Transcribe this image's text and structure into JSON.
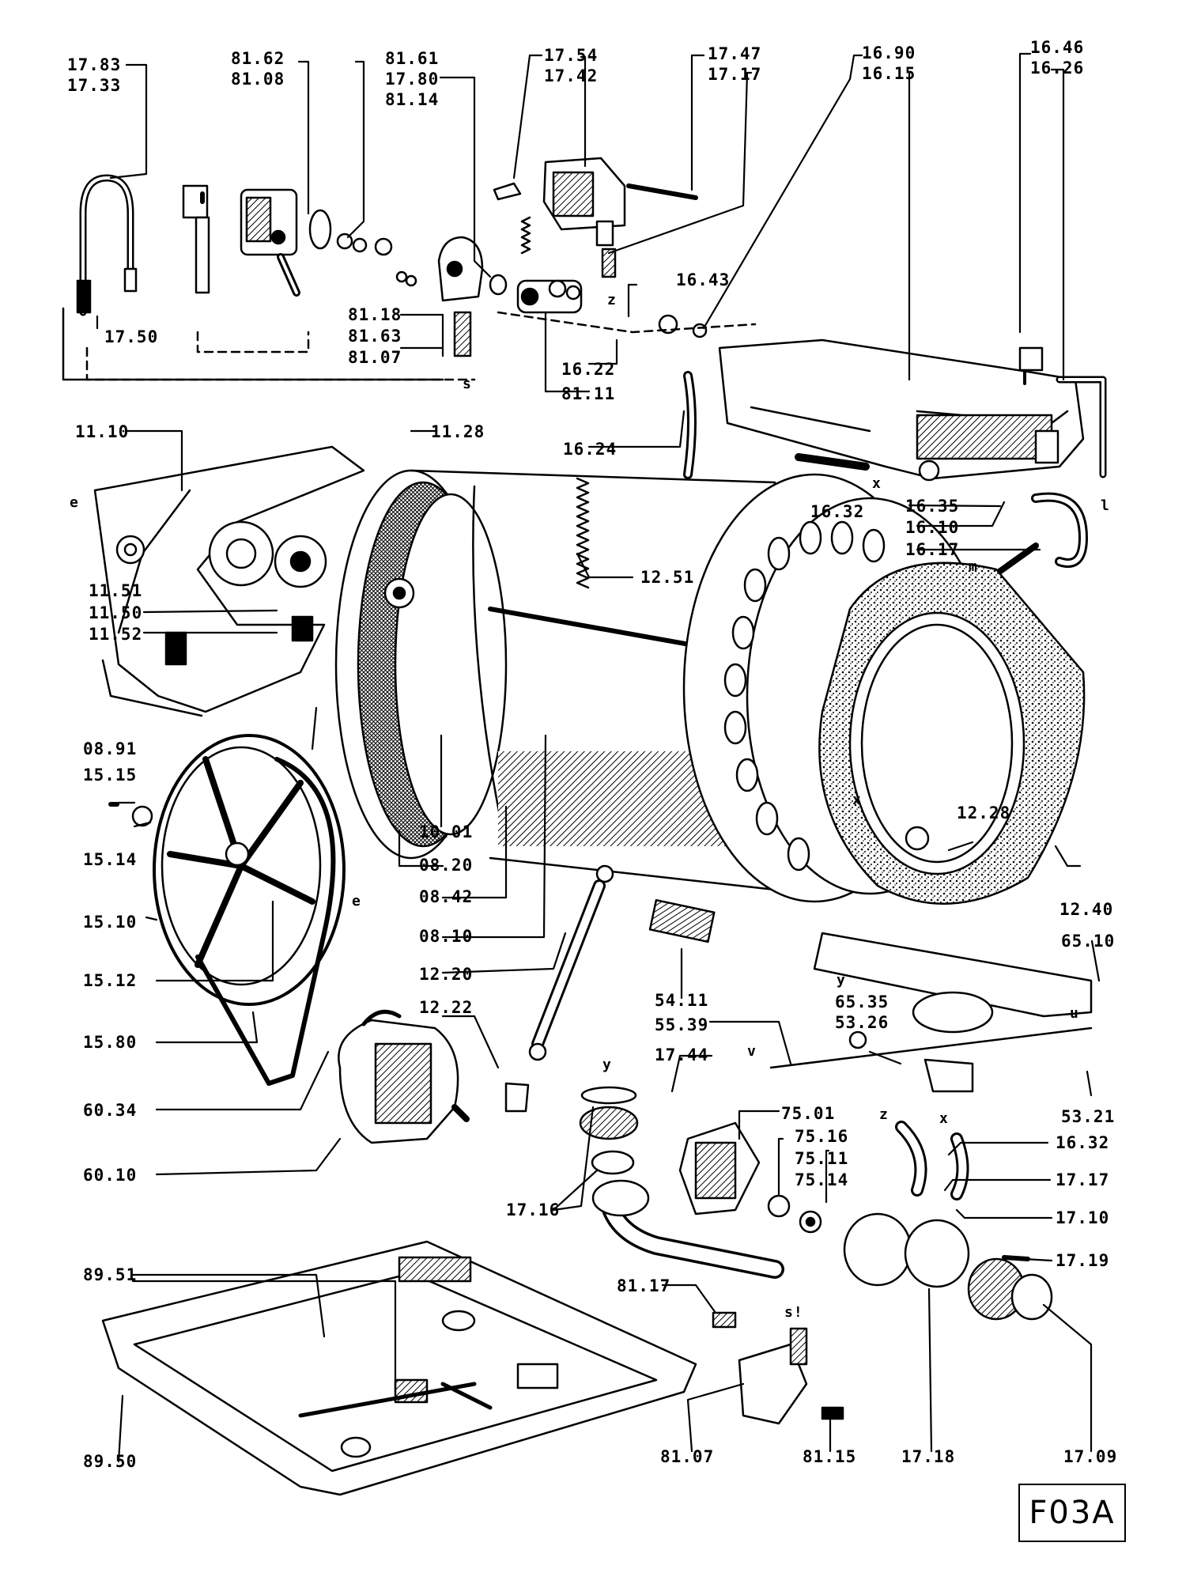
{
  "figure_code": "F03A",
  "labels": {
    "l_17_83": "17.83",
    "l_17_33": "17.33",
    "l_17_50": "17.50",
    "l_81_62": "81.62",
    "l_81_08": "81.08",
    "l_81_61": "81.61",
    "l_17_80": "17.80",
    "l_81_14": "81.14",
    "l_17_54": "17.54",
    "l_17_42": "17.42",
    "l_17_47": "17.47",
    "l_17_17a": "17.17",
    "l_16_90": "16.90",
    "l_16_15": "16.15",
    "l_16_46": "16.46",
    "l_16_26": "16.26",
    "l_81_18": "81.18",
    "l_81_63": "81.63",
    "l_81_07a": "81.07",
    "l_16_43": "16.43",
    "l_16_22": "16.22",
    "l_81_11": "81.11",
    "l_11_10": "11.10",
    "l_11_28": "11.28",
    "l_16_24": "16.24",
    "l_16_32a": "16.32",
    "l_16_35": "16.35",
    "l_16_10": "16.10",
    "l_16_17": "16.17",
    "l_11_51": "11.51",
    "l_11_50": "11.50",
    "l_11_52": "11.52",
    "l_12_51": "12.51",
    "l_08_91": "08.91",
    "l_15_15": "15.15",
    "l_15_14": "15.14",
    "l_10_01": "10.01",
    "l_08_20": "08.20",
    "l_08_42": "08.42",
    "l_08_10": "08.10",
    "l_12_28": "12.28",
    "l_12_40": "12.40",
    "l_15_10": "15.10",
    "l_15_12": "15.12",
    "l_15_80": "15.80",
    "l_12_20": "12.20",
    "l_12_22": "12.22",
    "l_54_11": "54.11",
    "l_65_10": "65.10",
    "l_65_35": "65.35",
    "l_53_26": "53.26",
    "l_55_39": "55.39",
    "l_17_44": "17.44",
    "l_53_21": "53.21",
    "l_60_34": "60.34",
    "l_60_10": "60.10",
    "l_75_01": "75.01",
    "l_75_16": "75.16",
    "l_75_11": "75.11",
    "l_75_14": "75.14",
    "l_16_32b": "16.32",
    "l_17_17b": "17.17",
    "l_17_10": "17.10",
    "l_17_19": "17.19",
    "l_17_16": "17.16",
    "l_89_51": "89.51",
    "l_81_17": "81.17",
    "l_89_50": "89.50",
    "l_81_07b": "81.07",
    "l_81_15": "81.15",
    "l_17_18": "17.18",
    "l_17_09": "17.09"
  },
  "markers": {
    "m_e1": "e",
    "m_e2": "e",
    "m_m": "m",
    "m_x1": "x",
    "m_x2": "x",
    "m_x3": "x",
    "m_y1": "y",
    "m_y2": "y",
    "m_z1": "z",
    "m_z2": "z",
    "m_s": "s",
    "m_u": "u",
    "m_v": "v",
    "m_l": "l",
    "m_sl": "s!"
  }
}
